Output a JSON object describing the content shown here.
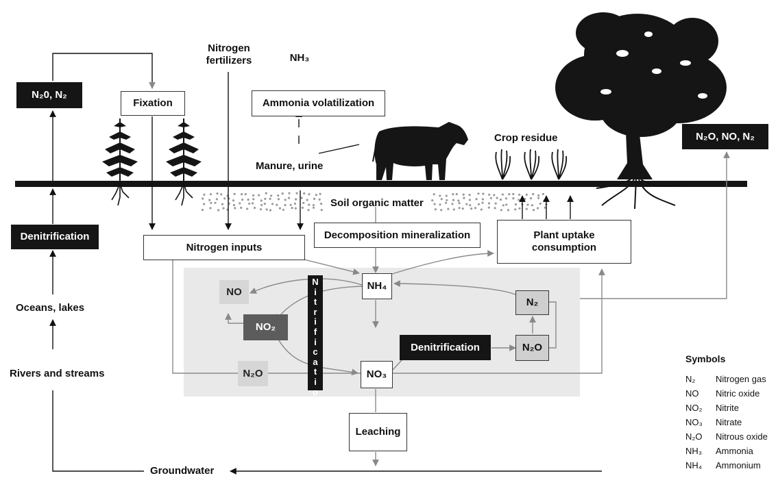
{
  "labels": {
    "n2o_n2_top": "N₂0, N₂",
    "fixation": "Fixation",
    "nitrogen_fertilizers": "Nitrogen\nfertilizers",
    "nh3": "NH₃",
    "ammonia_volatilization": "Ammonia volatilization",
    "manure_urine": "Manure, urine",
    "crop_residue": "Crop residue",
    "n2o_no_n2_right": "N₂O, NO, N₂",
    "soil_organic_matter": "Soil organic matter",
    "denitrification_left": "Denitrification",
    "nitrogen_inputs": "Nitrogen inputs",
    "decomposition_mineralization": "Decomposition mineralization",
    "plant_uptake": "Plant uptake\nconsumption",
    "oceans_lakes": "Oceans, lakes",
    "rivers_streams": "Rivers and streams",
    "groundwater": "Groundwater",
    "no": "NO",
    "no2": "NO₂",
    "n2o_cycle": "N₂O",
    "nh4": "NH₄",
    "n2_cycle": "N₂",
    "n2o_cycle_right": "N₂O",
    "denitrification_center": "Denitrification",
    "no3": "NO₃",
    "leaching": "Leaching",
    "nitrification": "Nitrification"
  },
  "symbols": {
    "title": "Symbols",
    "rows": [
      {
        "formula": "N₂",
        "name": "Nitrogen gas"
      },
      {
        "formula": "NO",
        "name": "Nitric oxide"
      },
      {
        "formula": "NO₂",
        "name": "Nitrite"
      },
      {
        "formula": "NO₃",
        "name": "Nitrate"
      },
      {
        "formula": "N₂O",
        "name": "Nitrous oxide"
      },
      {
        "formula": "NH₃",
        "name": "Ammonia"
      },
      {
        "formula": "NH₄",
        "name": "Ammonium"
      }
    ]
  }
}
